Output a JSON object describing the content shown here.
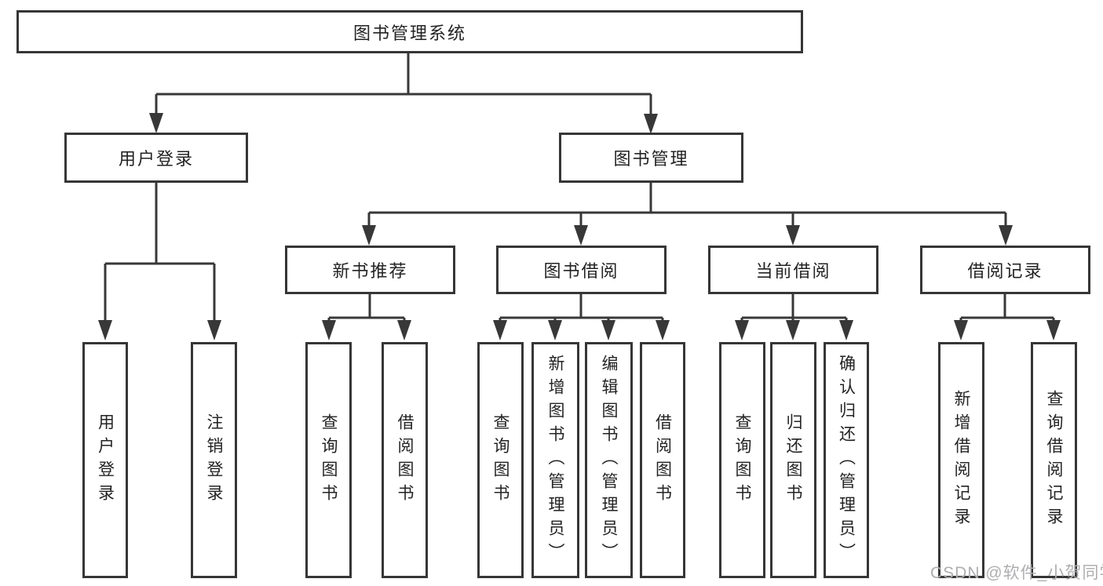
{
  "diagram": {
    "root": {
      "label": "图书管理系统"
    },
    "level2": [
      {
        "label": "用户登录"
      },
      {
        "label": "图书管理"
      }
    ],
    "level3": [
      {
        "label": "新书推荐"
      },
      {
        "label": "图书借阅"
      },
      {
        "label": "当前借阅"
      },
      {
        "label": "借阅记录"
      }
    ],
    "leaves": {
      "user_login": [
        "用户登录",
        "注销登录"
      ],
      "new_book_recommend": [
        "查询图书",
        "借阅图书"
      ],
      "book_borrow": [
        "查询图书",
        "新增图书（管理员）",
        "编辑图书（管理员）",
        "借阅图书"
      ],
      "current_borrow": [
        "查询图书",
        "归还图书",
        "确认归还（管理员）"
      ],
      "borrow_records": [
        "新增借阅记录",
        "查询借阅记录"
      ]
    }
  },
  "watermark": {
    "text": "CSDN @软件_小贺同学"
  },
  "colors": {
    "line": "#383838",
    "box_border": "#363636",
    "text": "#232323",
    "watermark": "#aeaeb1",
    "background": "#ffffff"
  }
}
